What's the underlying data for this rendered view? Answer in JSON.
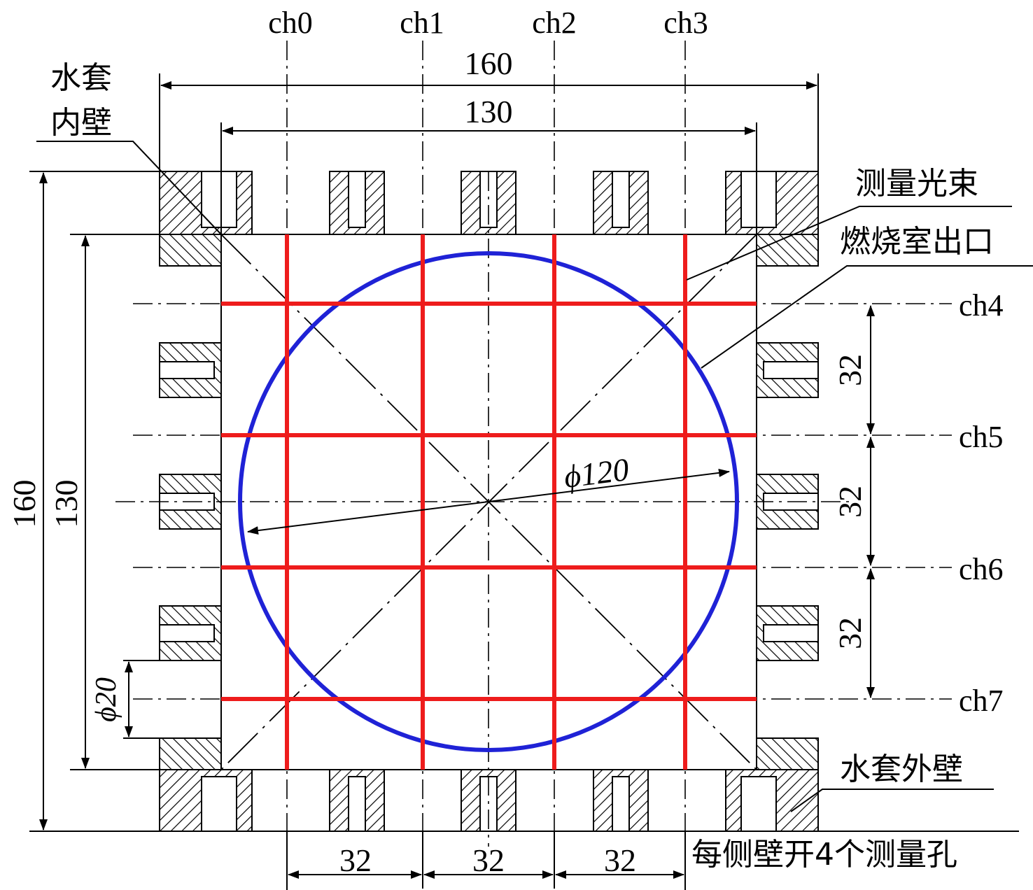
{
  "channels": {
    "vertical": [
      "ch0",
      "ch1",
      "ch2",
      "ch3"
    ],
    "horizontal": [
      "ch4",
      "ch5",
      "ch6",
      "ch7"
    ]
  },
  "dimensions": {
    "outer_width": "160",
    "inner_width": "130",
    "outer_height": "160",
    "inner_height": "130",
    "spacing": "32",
    "circle_diameter": "ϕ120",
    "hole_diameter": "ϕ20"
  },
  "labels": {
    "inner_wall_line1": "水套",
    "inner_wall_line2": "内壁",
    "beam": "测量光束",
    "outlet": "燃烧室出口",
    "outer_wall": "水套外壁",
    "holes_note": "每侧壁开4个测量孔"
  },
  "colors": {
    "beam": "#ee1c1c",
    "circle": "#1f22d6",
    "line": "#000000"
  }
}
